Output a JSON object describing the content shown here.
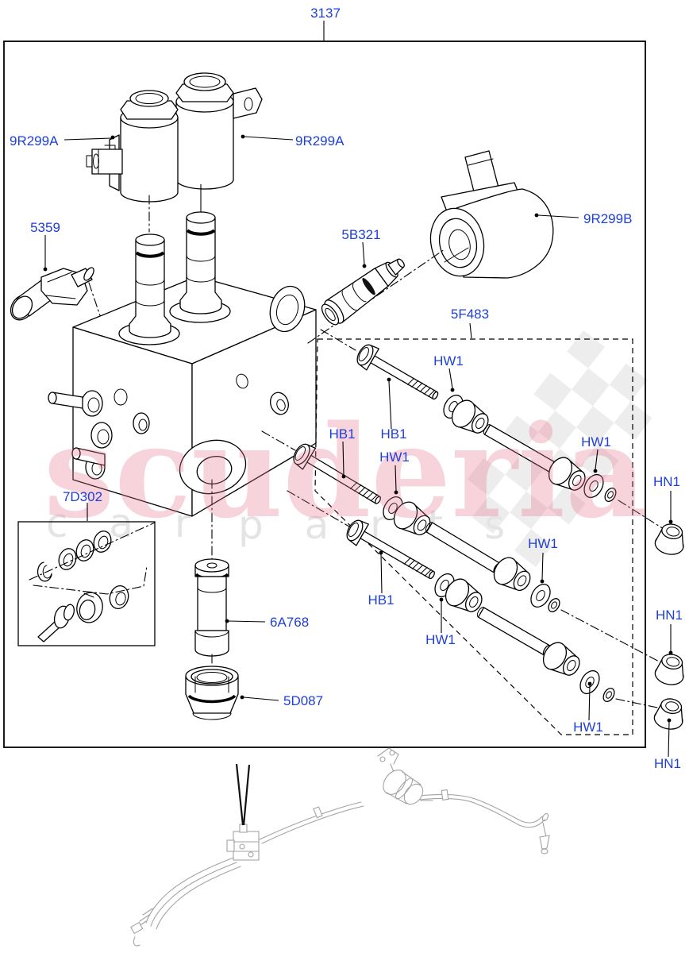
{
  "diagram": {
    "assembly_number": "3137",
    "callouts": {
      "solenoid_pair": "9R299A",
      "solenoid_single": "9R299B",
      "pressure_sensor": "5359",
      "valve_cartridge": "5B321",
      "fastener_kit": "5F483",
      "seal_kit": "7D302",
      "accumulator": "6A768",
      "end_cap": "5D087",
      "bolt": "HB1",
      "washer": "HW1",
      "nut": "HN1"
    },
    "label_color": "#1e3fd8",
    "line_color": "#000000",
    "locator_color": "#a3a3a3"
  },
  "watermark": {
    "brand": "scuderia",
    "tagline_left": "c a r",
    "tagline_right": "p a r t s",
    "brand_color": "#e8708a",
    "tagline_color": "#e4e4e4",
    "checker_color": "#ededed"
  }
}
